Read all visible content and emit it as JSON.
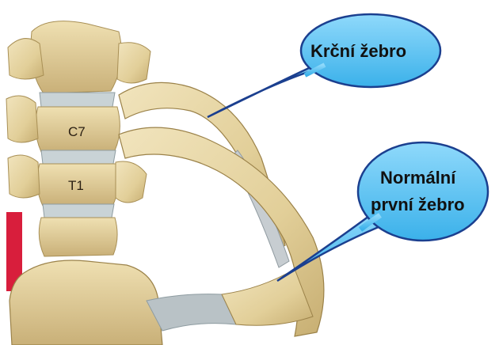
{
  "labels": {
    "vertebra_c7": "C7",
    "vertebra_t1": "T1"
  },
  "callouts": {
    "cervical_rib": "Krční žebro",
    "normal_first_rib_line1": "Normální",
    "normal_first_rib_line2": "první žebro"
  },
  "colors": {
    "bone": "#e6d6a8",
    "bone_shadow": "#c8b27a",
    "cartilage": "#b9c2c6",
    "disc": "#c9d3d6",
    "callout_fill": "#5ec4f2",
    "callout_stroke": "#1b3f8f",
    "artery": "#d81e3c"
  }
}
